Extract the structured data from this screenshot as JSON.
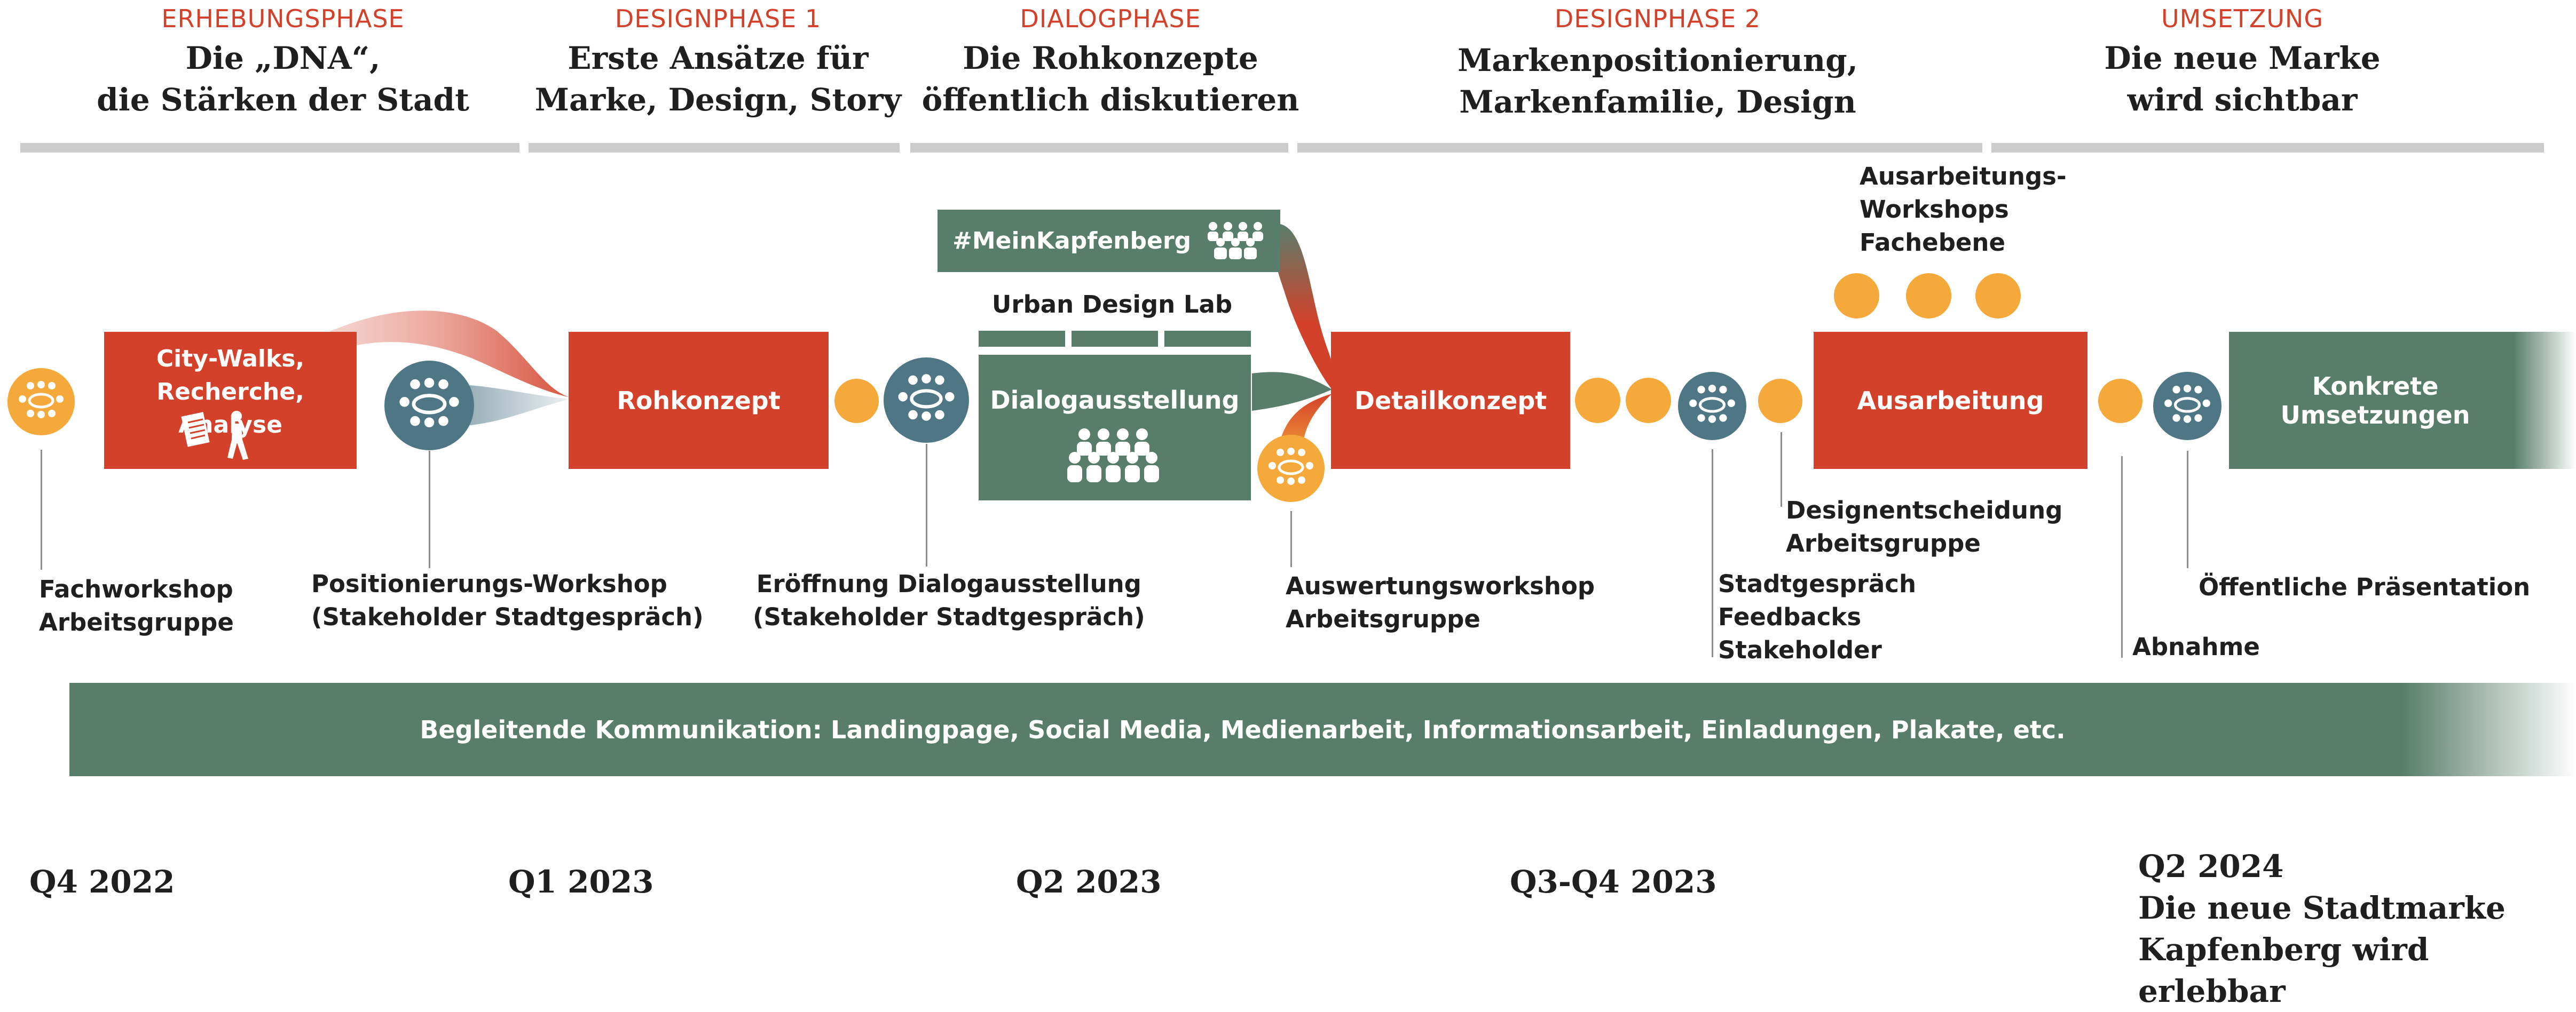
{
  "phases": [
    {
      "label": "ERHEBUNGSPHASE",
      "title": "Die „DNA“,\ndie Stärken der Stadt"
    },
    {
      "label": "DESIGNPHASE 1",
      "title": "Erste Ansätze für\nMarke, Design, Story"
    },
    {
      "label": "DIALOGPHASE",
      "title": "Die Rohkonzepte\nöffentlich diskutieren"
    },
    {
      "label": "DESIGNPHASE 2",
      "title": "Markenpositionierung,\nMarkenfamilie, Design"
    },
    {
      "label": "UMSETZUNG",
      "title": "Die neue Marke\nwird sichtbar"
    }
  ],
  "boxes": {
    "citywalks": "City-Walks,\nRecherche, Analyse",
    "rohkonzept": "Rohkonzept",
    "meinkapfenberg": "#MeinKapfenberg",
    "urbandesignlab": "Urban Design Lab",
    "dialogausstellung": "Dialogausstellung",
    "detailkonzept": "Detailkonzept",
    "ausarbeitung": "Ausarbeitung",
    "umsetzungen": "Konkrete Umsetzungen"
  },
  "labels": {
    "fachworkshop": "Fachworkshop\nArbeitsgruppe",
    "positionierung": "Positionierungs-Workshop\n(Stakeholder Stadtgespräch)",
    "eroeffnung": "Eröffnung Dialogausstellung\n(Stakeholder Stadtgespräch)",
    "auswertung": "Auswertungsworkshop\nArbeitsgruppe",
    "stadtgespraech": "Stadtgespräch\nFeedbacks\nStakeholder",
    "designentscheidung": "Designentscheidung\nArbeitsgruppe",
    "ausarbeitungsworkshops": "Ausarbeitungs-\nWorkshops\nFachebene",
    "abnahme": "Abnahme",
    "praesentation": "Öffentliche Präsentation"
  },
  "communication": "Begleitende Kommunikation: Landingpage, Social Media, Medienarbeit, Informationsarbeit, Einladungen, Plakate, etc.",
  "timeline": [
    {
      "text": "Q4 2022"
    },
    {
      "text": "Q1 2023"
    },
    {
      "text": "Q2 2023"
    },
    {
      "text": "Q3-Q4 2023"
    },
    {
      "text": "Q2 2024\nDie neue Stadtmarke\nKapfenberg wird erlebbar"
    }
  ],
  "colors": {
    "red": "#d4412a",
    "green": "#587d6a",
    "orange": "#f6a93b",
    "blue": "#4f7685",
    "rule": "#cccccc"
  }
}
